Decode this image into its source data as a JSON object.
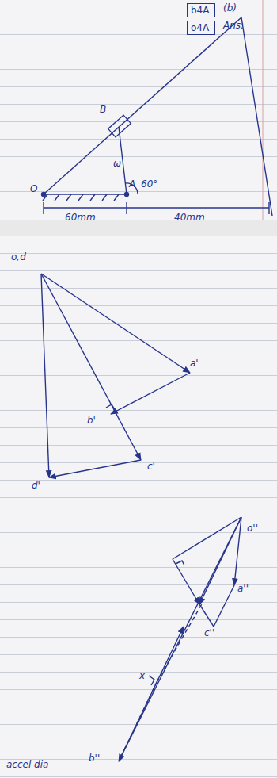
{
  "diagram": {
    "nodes": [
      {
        "text": [
          "b4A"
        ]
      },
      {
        "text": [
          "o4A"
        ]
      }
    ],
    "labels": [
      "B",
      "O",
      "A",
      "ω",
      "60°",
      "60mm",
      "40mm",
      "o,d",
      "a'",
      "b'",
      "c'",
      "d'",
      "o''",
      "a''",
      "b''",
      "c''",
      "x",
      "accel dia",
      "(b)",
      "Ans:"
    ]
  }
}
